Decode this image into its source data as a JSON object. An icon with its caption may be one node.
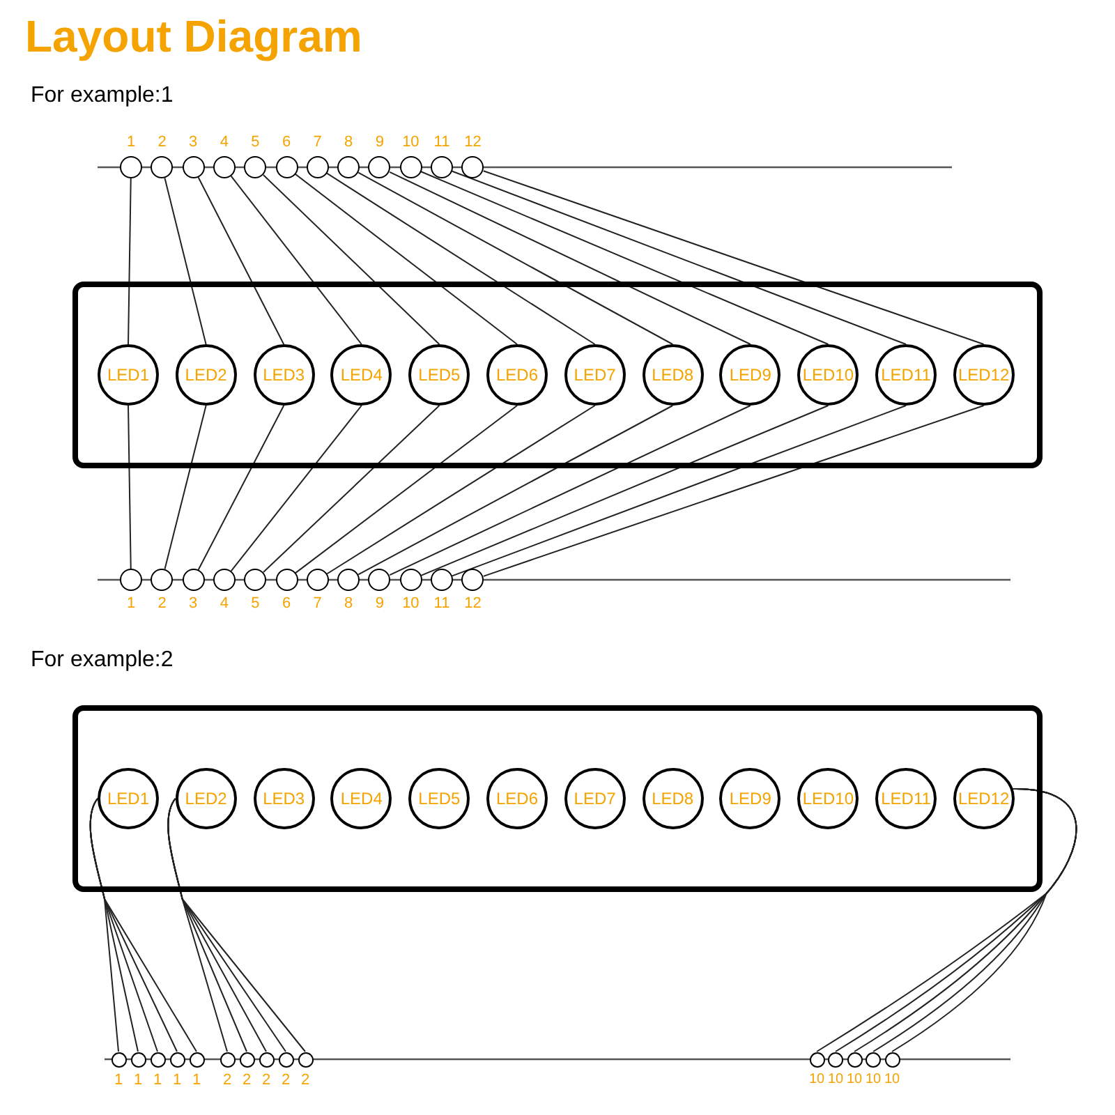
{
  "diagram": {
    "title": "Layout Diagram",
    "nodes": [
      {
        "text": [
          "1"
        ]
      },
      {
        "text": [
          "2"
        ]
      },
      {
        "text": [
          "3"
        ]
      },
      {
        "text": [
          "4"
        ]
      },
      {
        "text": [
          "5"
        ]
      },
      {
        "text": [
          "6"
        ]
      },
      {
        "text": [
          "7"
        ]
      },
      {
        "text": [
          "8"
        ]
      },
      {
        "text": [
          "9"
        ]
      },
      {
        "text": [
          "10"
        ]
      },
      {
        "text": [
          "11"
        ]
      },
      {
        "text": [
          "12"
        ]
      },
      {
        "text": [],
        "shape": "box"
      },
      {
        "text": [
          "LED1"
        ],
        "in": 12
      },
      {
        "text": [
          "LED2"
        ],
        "in": 12
      },
      {
        "text": [
          "LED3"
        ],
        "in": 12
      },
      {
        "text": [
          "LED4"
        ],
        "in": 12
      },
      {
        "text": [
          "LED5"
        ],
        "in": 12
      },
      {
        "text": [
          "LED6"
        ],
        "in": 12
      },
      {
        "text": [
          "LED7"
        ],
        "in": 12
      },
      {
        "text": [
          "LED8"
        ],
        "in": 12
      },
      {
        "text": [
          "LED9"
        ],
        "in": 12
      },
      {
        "text": [
          "LED10"
        ],
        "in": 12
      },
      {
        "text": [
          "LED11"
        ],
        "in": 12
      },
      {
        "text": [
          "LED12"
        ],
        "in": 12
      },
      {
        "text": [
          "1"
        ]
      },
      {
        "text": [
          "2"
        ]
      },
      {
        "text": [
          "3"
        ]
      },
      {
        "text": [
          "4"
        ]
      },
      {
        "text": [
          "5"
        ]
      },
      {
        "text": [
          "6"
        ]
      },
      {
        "text": [
          "7"
        ]
      },
      {
        "text": [
          "8"
        ]
      },
      {
        "text": [
          "9"
        ]
      },
      {
        "text": [
          "10"
        ]
      },
      {
        "text": [
          "11"
        ]
      },
      {
        "text": [
          "12"
        ]
      },
      {
        "text": [],
        "shape": "box"
      },
      {
        "text": [
          "LED1"
        ],
        "in": 37
      },
      {
        "text": [
          "LED2"
        ],
        "in": 37
      },
      {
        "text": [
          "LED3"
        ],
        "in": 37
      },
      {
        "text": [
          "LED4"
        ],
        "in": 37
      },
      {
        "text": [
          "LED5"
        ],
        "in": 37
      },
      {
        "text": [
          "LED6"
        ],
        "in": 37
      },
      {
        "text": [
          "LED7"
        ],
        "in": 37
      },
      {
        "text": [
          "LED8"
        ],
        "in": 37
      },
      {
        "text": [
          "LED9"
        ],
        "in": 37
      },
      {
        "text": [
          "LED10"
        ],
        "in": 37
      },
      {
        "text": [
          "LED11"
        ],
        "in": 37
      },
      {
        "text": [
          "LED12"
        ],
        "in": 37
      },
      {
        "text": [
          "1"
        ]
      },
      {
        "text": [
          "1"
        ]
      },
      {
        "text": [
          "1"
        ]
      },
      {
        "text": [
          "1"
        ]
      },
      {
        "text": [
          "1"
        ]
      },
      {
        "text": [
          "2"
        ]
      },
      {
        "text": [
          "2"
        ]
      },
      {
        "text": [
          "2"
        ]
      },
      {
        "text": [
          "2"
        ]
      },
      {
        "text": [
          "2"
        ]
      },
      {
        "text": [
          "10"
        ]
      },
      {
        "text": [
          "10"
        ]
      },
      {
        "text": [
          "10"
        ]
      },
      {
        "text": [
          "10"
        ]
      },
      {
        "text": [
          "10"
        ]
      }
    ],
    "edges": [
      {
        "from": 0,
        "to": 13,
        "arrow": "none"
      },
      {
        "from": 1,
        "to": 14,
        "arrow": "none"
      },
      {
        "from": 2,
        "to": 15,
        "arrow": "none"
      },
      {
        "from": 3,
        "to": 16,
        "arrow": "none"
      },
      {
        "from": 4,
        "to": 17,
        "arrow": "none"
      },
      {
        "from": 5,
        "to": 18,
        "arrow": "none"
      },
      {
        "from": 6,
        "to": 19,
        "arrow": "none"
      },
      {
        "from": 7,
        "to": 20,
        "arrow": "none"
      },
      {
        "from": 8,
        "to": 21,
        "arrow": "none"
      },
      {
        "from": 9,
        "to": 22,
        "arrow": "none"
      },
      {
        "from": 10,
        "to": 23,
        "arrow": "none"
      },
      {
        "from": 11,
        "to": 24,
        "arrow": "none"
      },
      {
        "from": 13,
        "to": 25,
        "arrow": "none"
      },
      {
        "from": 14,
        "to": 26,
        "arrow": "none"
      },
      {
        "from": 15,
        "to": 27,
        "arrow": "none"
      },
      {
        "from": 16,
        "to": 28,
        "arrow": "none"
      },
      {
        "from": 17,
        "to": 29,
        "arrow": "none"
      },
      {
        "from": 18,
        "to": 30,
        "arrow": "none"
      },
      {
        "from": 19,
        "to": 31,
        "arrow": "none"
      },
      {
        "from": 20,
        "to": 32,
        "arrow": "none"
      },
      {
        "from": 21,
        "to": 33,
        "arrow": "none"
      },
      {
        "from": 22,
        "to": 34,
        "arrow": "none"
      },
      {
        "from": 23,
        "to": 35,
        "arrow": "none"
      },
      {
        "from": 24,
        "to": 36,
        "arrow": "none"
      },
      {
        "from": 38,
        "to": 50,
        "arrow": "none"
      },
      {
        "from": 38,
        "to": 51,
        "arrow": "none"
      },
      {
        "from": 38,
        "to": 52,
        "arrow": "none"
      },
      {
        "from": 38,
        "to": 53,
        "arrow": "none"
      },
      {
        "from": 38,
        "to": 54,
        "arrow": "none"
      },
      {
        "from": 39,
        "to": 55,
        "arrow": "none"
      },
      {
        "from": 39,
        "to": 56,
        "arrow": "none"
      },
      {
        "from": 39,
        "to": 57,
        "arrow": "none"
      },
      {
        "from": 39,
        "to": 58,
        "arrow": "none"
      },
      {
        "from": 39,
        "to": 59,
        "arrow": "none"
      },
      {
        "from": 49,
        "to": 60,
        "arrow": "none"
      },
      {
        "from": 49,
        "to": 61,
        "arrow": "none"
      },
      {
        "from": 49,
        "to": 62,
        "arrow": "none"
      },
      {
        "from": 49,
        "to": 63,
        "arrow": "none"
      },
      {
        "from": 49,
        "to": 64,
        "arrow": "none"
      }
    ],
    "labels": [
      "For example:1",
      "For example:2"
    ]
  }
}
